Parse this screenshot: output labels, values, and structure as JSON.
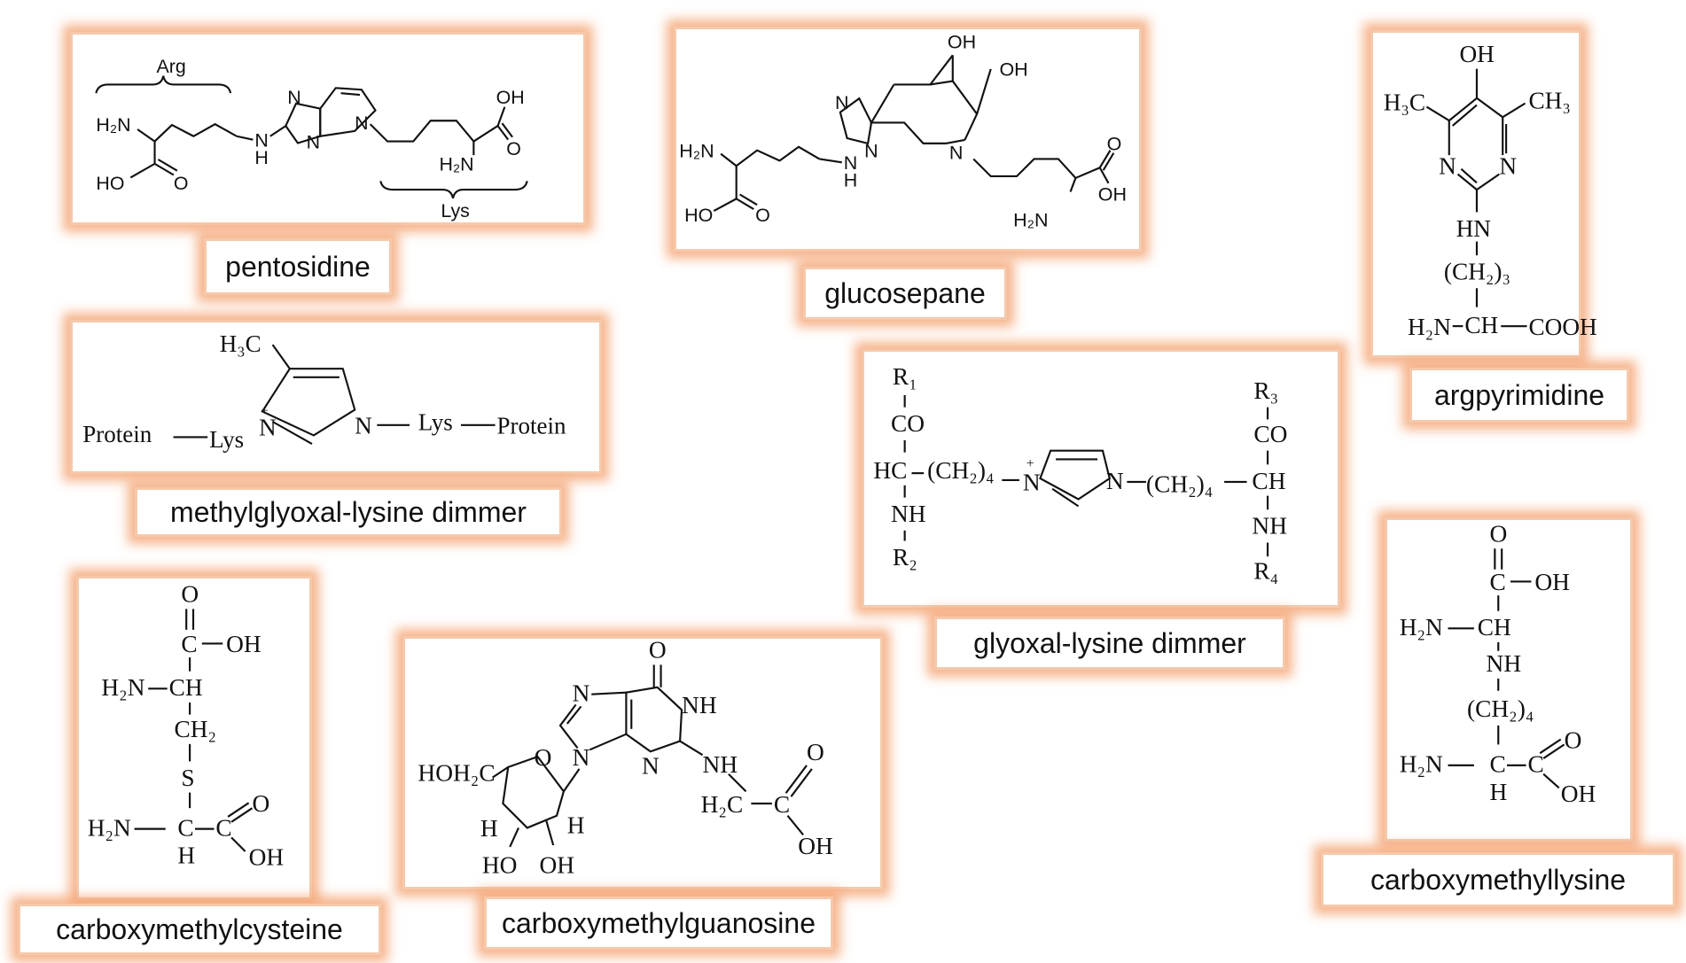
{
  "colors": {
    "glow": "#f4a778",
    "border": "#f5c9ab",
    "ink": "#111111"
  },
  "compounds": {
    "pentosidine": {
      "name": "pentosidine",
      "atoms": {
        "arg": "Arg",
        "lys": "Lys",
        "h2n_left": "H₂N",
        "ho_left": "HO",
        "o_left": "O",
        "nh": "H",
        "n_link": "N",
        "n1": "N",
        "n2": "N",
        "n_ring": "N",
        "oh_right": "OH",
        "h2n_right": "H₂N",
        "o_right": "O"
      }
    },
    "glucosepane": {
      "name": "glucosepane",
      "atoms": {
        "oh_top": "OH",
        "oh_2": "OH",
        "n1": "N",
        "n2": "N",
        "n_ring": "N",
        "h2n_left": "H₂N",
        "nh": "N",
        "h": "H",
        "ho": "HO",
        "o_left": "O",
        "o_right": "O",
        "h2n_right": "H₂N",
        "oh_bottom": "OH"
      }
    },
    "argpyrimidine": {
      "name": "argpyrimidine",
      "atoms": {
        "oh": "OH",
        "h3c": "H₃C",
        "ch3": "CH₃",
        "n_left": "N",
        "n_right": "N",
        "hn": "HN",
        "ch2_3": "(CH₂)₃",
        "h2n": "H₂N",
        "ch": "CH",
        "cooh": "COOH"
      }
    },
    "methylglyoxal_lysine_dimmer": {
      "name": "methylglyoxal-lysine dimmer",
      "atoms": {
        "h3c": "H₃C",
        "protein_left": "Protein",
        "lys_left": "Lys",
        "n_plus": "N",
        "plus": "+",
        "n_right": "N",
        "lys_right": "Lys",
        "protein_right": "Protein"
      }
    },
    "glyoxal_lysine_dimmer": {
      "name": "glyoxal-lysine dimmer",
      "atoms": {
        "r1": "R₁",
        "co_left": "CO",
        "hc": "HC",
        "ch2_4_left": "(CH₂)₄",
        "nh_left": "NH",
        "r2": "R₂",
        "n_plus": "N",
        "plus": "+",
        "n_right": "N",
        "ch2_4_right": "(CH₂)₄",
        "r3": "R₃",
        "co_right": "CO",
        "ch": "CH",
        "nh_right": "NH",
        "r4": "R₄"
      }
    },
    "carboxymethylcysteine": {
      "name": "carboxymethylcysteine",
      "atoms": {
        "o": "O",
        "c_oh": "C",
        "oh_top": "OH",
        "h2n_top": "H₂N",
        "ch": "CH",
        "ch2": "CH₂",
        "s": "S",
        "h2n_bottom": "H₂N",
        "c1": "C",
        "c2": "C",
        "o2": "O",
        "h": "H",
        "oh_bottom": "OH"
      }
    },
    "carboxymethylguanosine": {
      "name": "carboxymethylguanosine",
      "atoms": {
        "o_top": "O",
        "n_top": "N",
        "nh_ring": "NH",
        "n9": "N",
        "n3": "N",
        "nh": "NH",
        "hoh2c": "HOH₂C",
        "o_ring": "O",
        "h_left": "H",
        "h_right": "H",
        "ho": "HO",
        "oh": "OH",
        "h2c": "H₂C",
        "c": "C",
        "o_acid": "O",
        "oh_acid": "OH"
      }
    },
    "carboxymethyllysine": {
      "name": "carboxymethyllysine",
      "atoms": {
        "o": "O",
        "c_top": "C",
        "oh_top": "OH",
        "h2n_top": "H₂N",
        "ch": "CH",
        "nh": "NH",
        "ch2_4": "(CH₂)₄",
        "h2n_bottom": "H₂N",
        "c1": "C",
        "c2": "C",
        "o2": "O",
        "h": "H",
        "oh_bottom": "OH"
      }
    }
  }
}
